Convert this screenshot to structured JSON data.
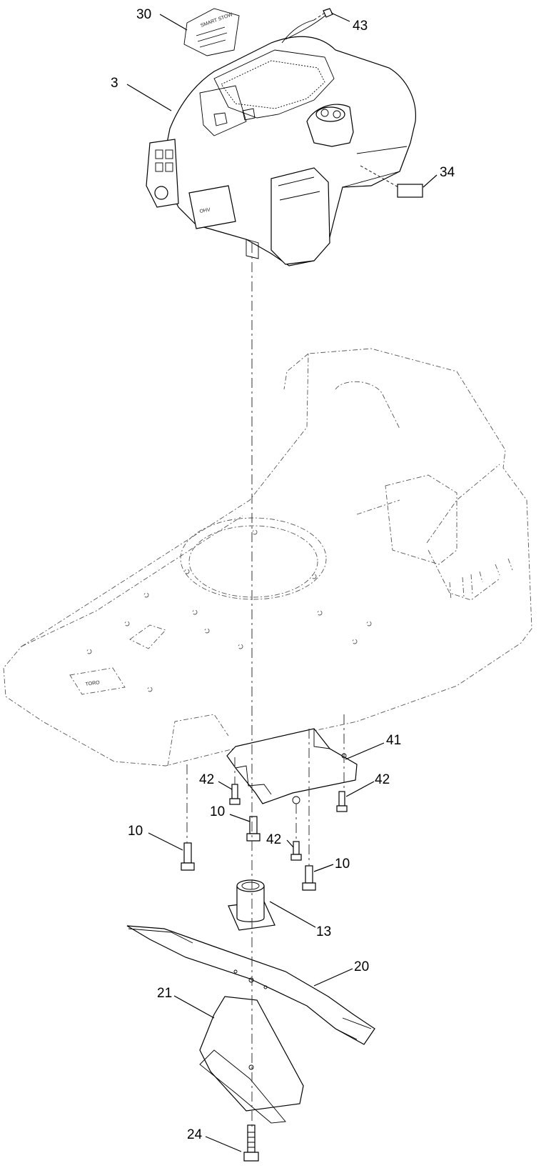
{
  "callouts": {
    "c30": "30",
    "c43": "43",
    "c3": "3",
    "c34": "34",
    "c41": "41",
    "c42a": "42",
    "c42b": "42",
    "c42c": "42",
    "c10a": "10",
    "c10b": "10",
    "c10c": "10",
    "c13": "13",
    "c20": "20",
    "c21": "21",
    "c24": "24"
  },
  "markings": {
    "deck_logo": "TORO",
    "engine_badge": "OHV",
    "decal_text": "SMART STOW"
  }
}
